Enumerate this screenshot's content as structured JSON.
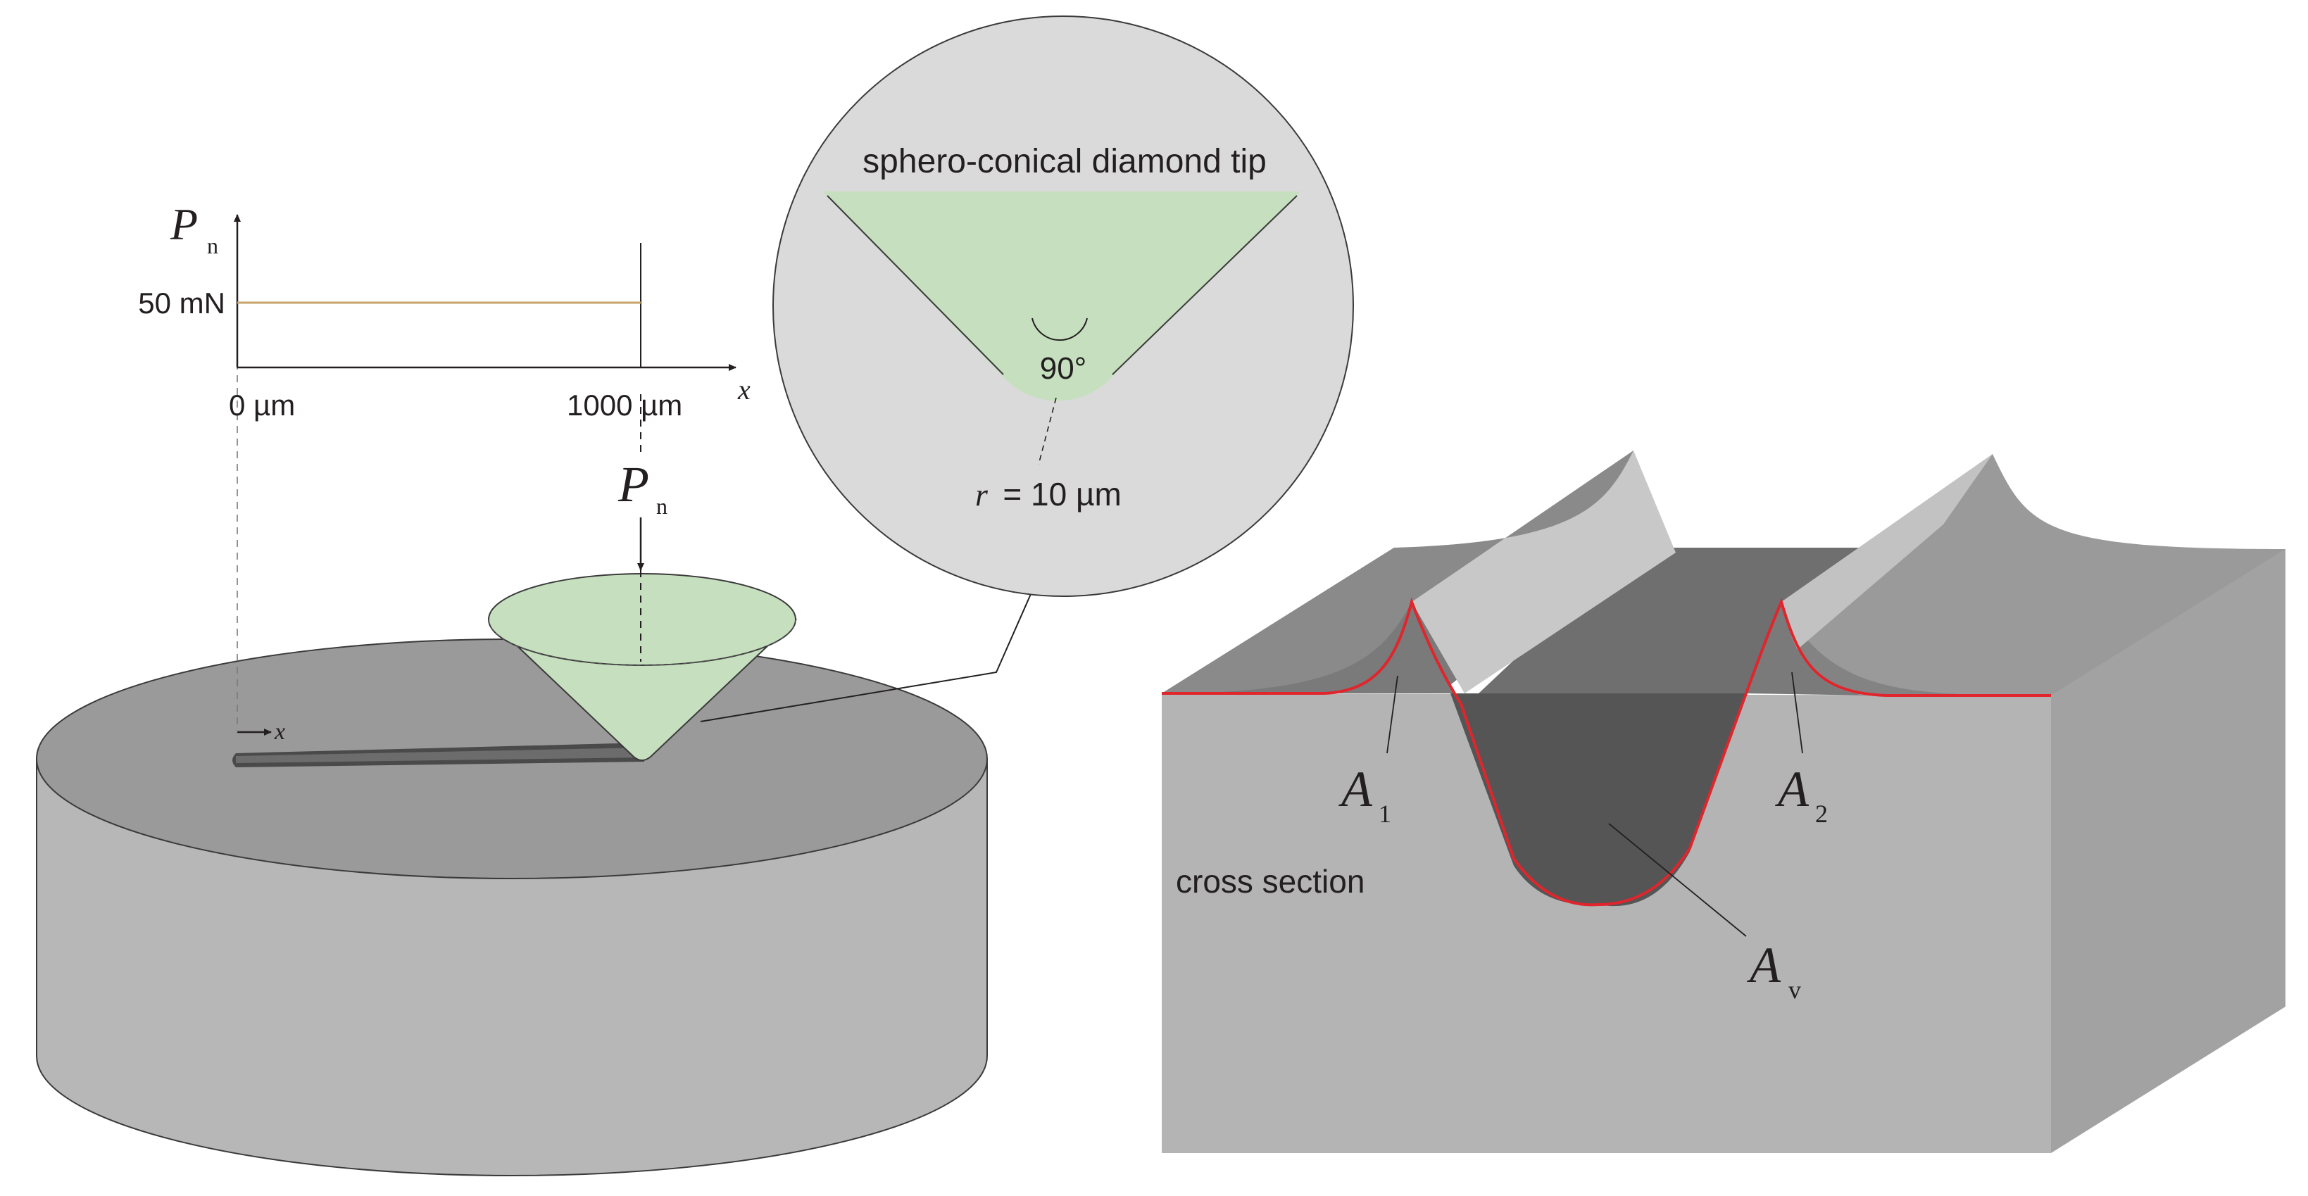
{
  "graph": {
    "y_symbol": "P",
    "y_subscript": "n",
    "load_label": "50 mN",
    "x_start_label": "0 µm",
    "x_end_label": "1000 µm",
    "x_axis_symbol": "x"
  },
  "load_arrow": {
    "symbol": "P",
    "subscript": "n"
  },
  "tip_inset": {
    "title": "sphero-conical diamond tip",
    "angle_label": "90°",
    "radius_symbol": "r",
    "radius_value": "= 10 µm"
  },
  "sample": {
    "scratch_axis_symbol": "x"
  },
  "cross_section": {
    "label": "cross section",
    "a1_symbol": "A",
    "a1_subscript": "1",
    "a2_symbol": "A",
    "a2_subscript": "2",
    "av_symbol": "A",
    "av_subscript": "v"
  },
  "colors": {
    "tip_green": "#c6e0bf",
    "profile_red": "#e0252c",
    "load_line": "#c8a46a",
    "inset_background": "#dadada"
  }
}
